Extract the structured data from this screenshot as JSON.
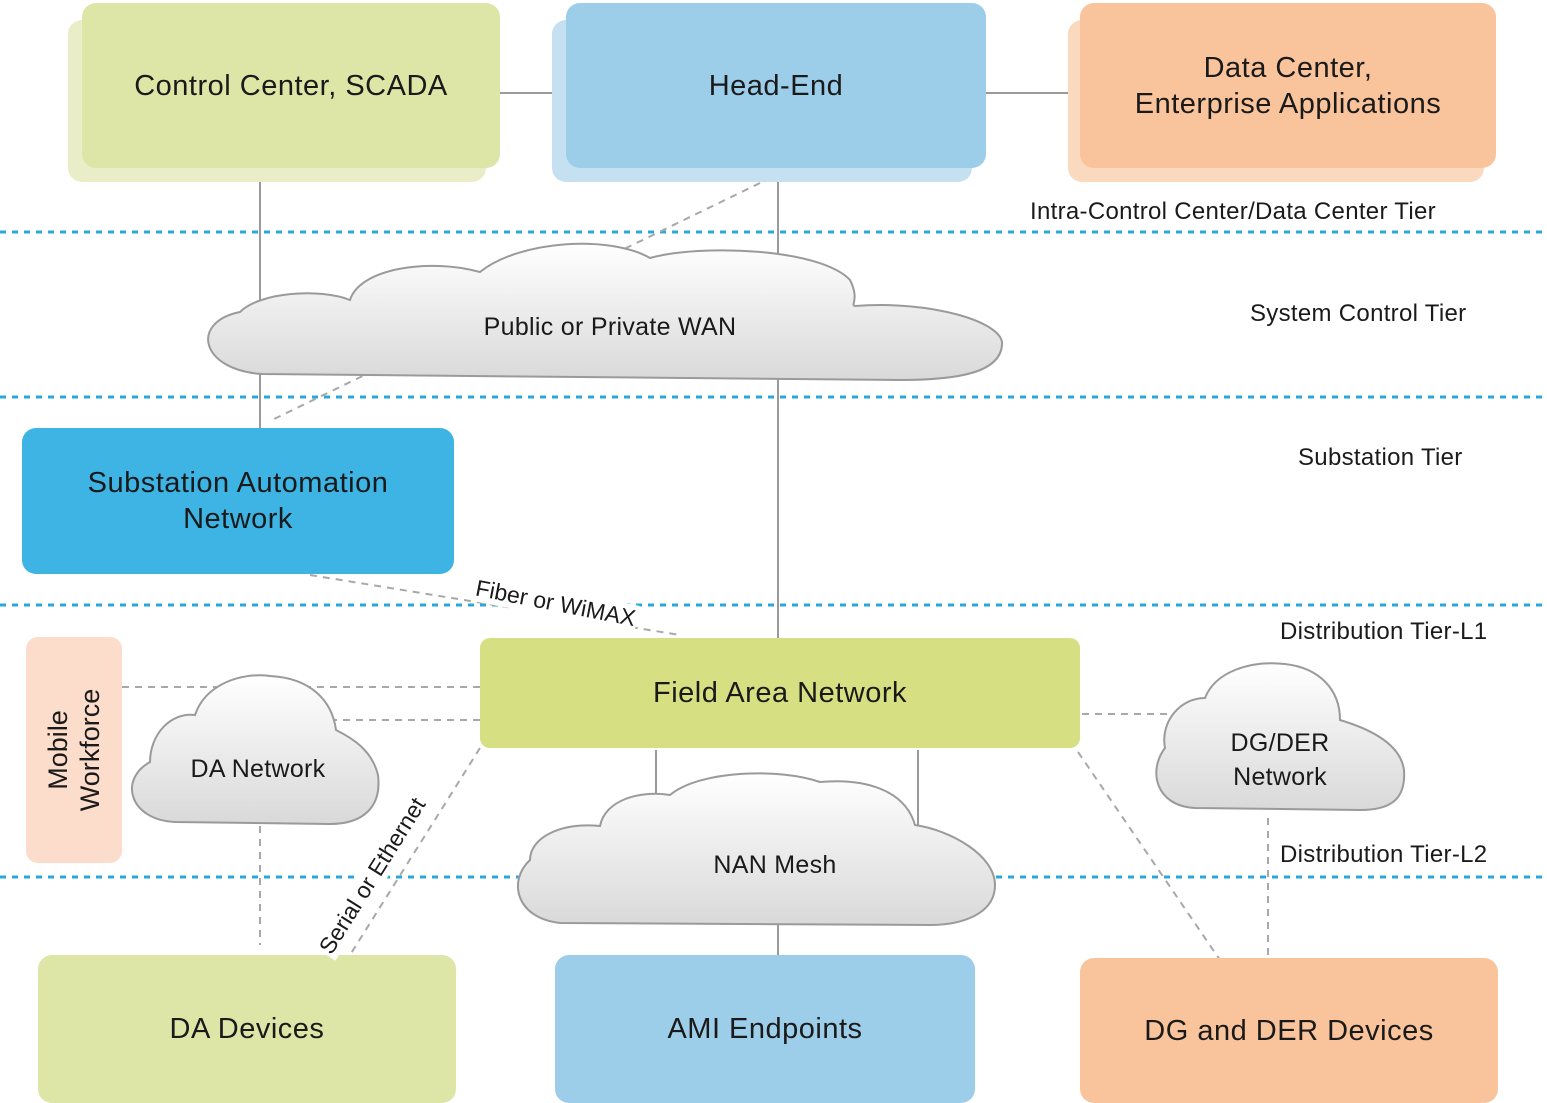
{
  "nodes": {
    "control_center": "Control Center, SCADA",
    "head_end": "Head-End",
    "data_center": "Data Center,\nEnterprise Applications",
    "substation": "Substation Automation\nNetwork",
    "field_area": "Field Area Network",
    "mobile_workforce": "Mobile\nWorkforce",
    "da_devices": "DA Devices",
    "ami_endpoints": "AMI Endpoints",
    "dg_der_devices": "DG and DER Devices"
  },
  "clouds": {
    "wan": "Public or Private WAN",
    "da_network": "DA Network",
    "dg_der_network": "DG/DER\nNetwork",
    "nan_mesh": "NAN Mesh"
  },
  "link_labels": {
    "fiber": "Fiber or WiMAX",
    "serial": "Serial or Ethernet"
  },
  "tiers": {
    "intra": "Intra-Control Center/Data Center Tier",
    "system": "System Control Tier",
    "substation": "Substation Tier",
    "dist_l1": "Distribution Tier-L1",
    "dist_l2": "Distribution Tier-L2"
  },
  "colors": {
    "green": "#dde6a6",
    "blue": "#9ccde9",
    "orange": "#f9c39b",
    "cyan": "#3eb4e5",
    "lime": "#d6e083",
    "tier_line": "#29a9d8"
  }
}
